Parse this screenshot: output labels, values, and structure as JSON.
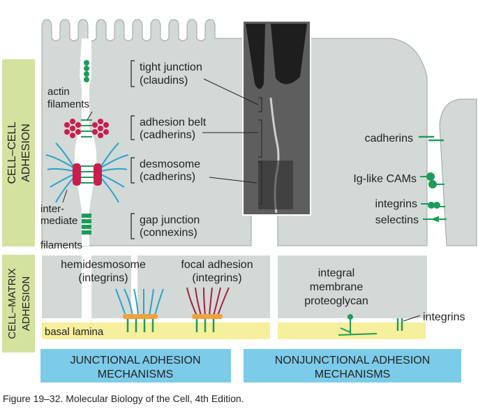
{
  "side_labels": {
    "cell_cell": [
      "CELL–CELL",
      "ADHESION"
    ],
    "cell_matrix": [
      "CELL–MATRIX",
      "ADHESION"
    ]
  },
  "junctions": {
    "tight": [
      "tight junction",
      "(claudins)"
    ],
    "belt": [
      "adhesion belt",
      "(cadherins)"
    ],
    "desmosome": [
      "desmosome",
      "(cadherins)"
    ],
    "gap": [
      "gap junction",
      "(connexins)"
    ]
  },
  "filaments": {
    "actin": [
      "actin",
      "filaments"
    ],
    "intermediate": [
      "inter-",
      "mediate",
      "filaments"
    ]
  },
  "matrix": {
    "hemidesmosome": [
      "hemidesmosome",
      "(integrins)"
    ],
    "focal": [
      "focal adhesion",
      "(integrins)"
    ],
    "basal_lamina": "basal lamina",
    "proteoglycan": [
      "integral",
      "membrane",
      "proteoglycan"
    ],
    "integrins_right": "integrins"
  },
  "nonjunctional": {
    "cadherins": "cadherins",
    "ig_cams": "Ig-like CAMs",
    "integrins": "integrins",
    "selectins": "selectins"
  },
  "bottom_labels": {
    "junctional": [
      "JUNCTIONAL ADHESION",
      "MECHANISMS"
    ],
    "nonjunctional": [
      "NONJUNCTIONAL ADHESION",
      "MECHANISMS"
    ]
  },
  "caption": "Figure 19–32. Molecular Biology of the Cell, 4th Edition.",
  "colors": {
    "cell": "#d3d9d6",
    "green_label": "#d3e29f",
    "basal": "#f6ef9c",
    "blue_box": "#7ccbe9",
    "protein": "#1e9b5a",
    "actin": "#c81e4c",
    "intermediate": "#2aa3cc"
  }
}
